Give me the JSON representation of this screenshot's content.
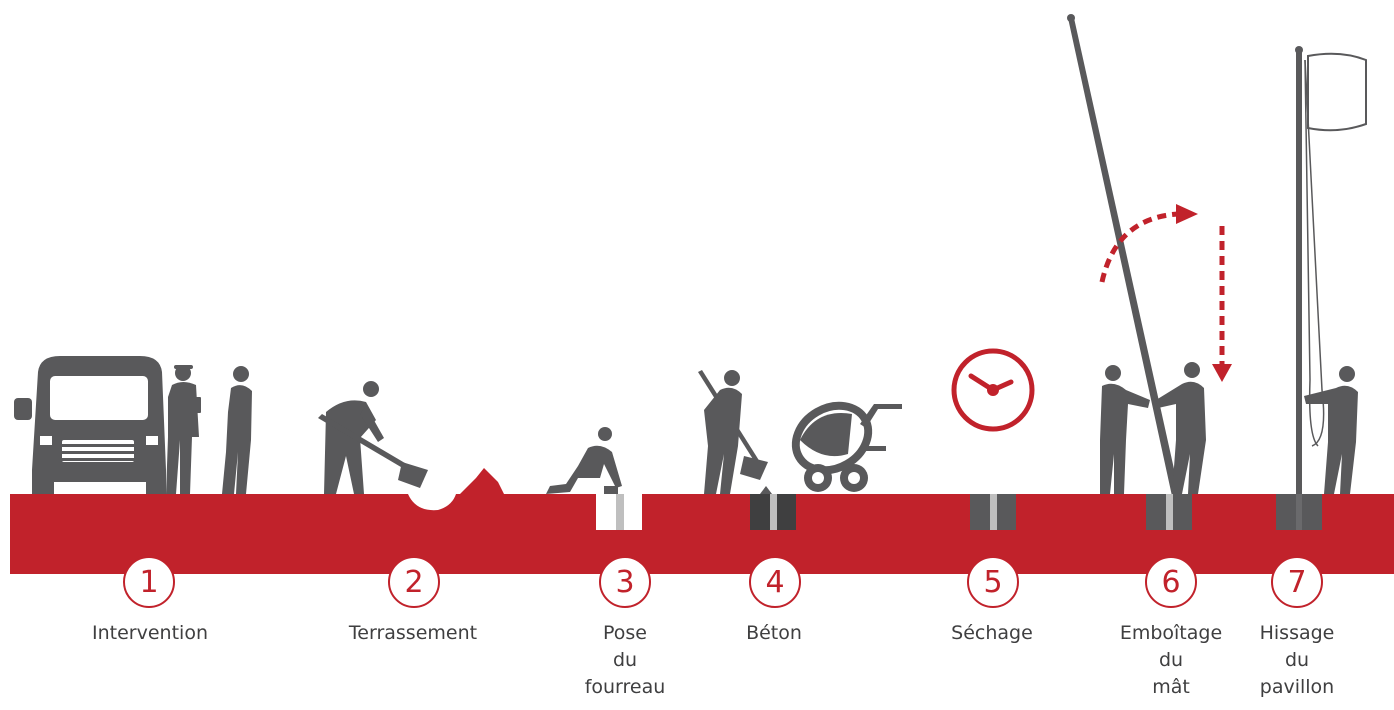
{
  "colors": {
    "red": "#c1222b",
    "silhouette": "#59595b",
    "dark": "#3f3f40",
    "light": "#bfbfbf"
  },
  "steps": [
    {
      "number": "1",
      "lines": [
        "Intervention"
      ],
      "icon": "van-and-workers-icon"
    },
    {
      "number": "2",
      "lines": [
        "Terrassement"
      ],
      "icon": "worker-digging-icon"
    },
    {
      "number": "3",
      "lines": [
        "Pose",
        "du",
        "fourreau"
      ],
      "icon": "worker-kneeling-icon"
    },
    {
      "number": "4",
      "lines": [
        "Béton"
      ],
      "icon": "concrete-mixer-icon"
    },
    {
      "number": "5",
      "lines": [
        "Séchage"
      ],
      "icon": "clock-icon"
    },
    {
      "number": "6",
      "lines": [
        "Emboîtage",
        "du",
        "mât"
      ],
      "icon": "workers-raising-pole-icon"
    },
    {
      "number": "7",
      "lines": [
        "Hissage",
        "du",
        "pavillon"
      ],
      "icon": "flag-hoisting-icon"
    }
  ]
}
